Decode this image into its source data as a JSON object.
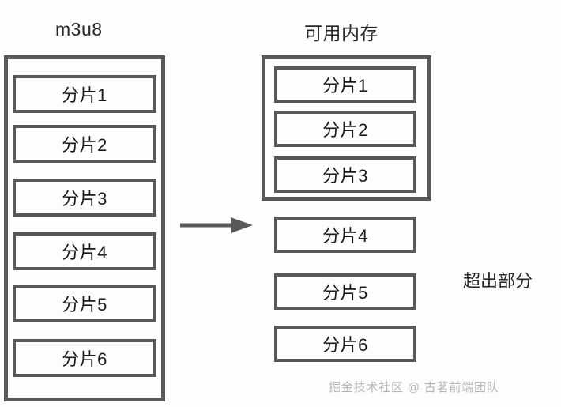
{
  "diagram": {
    "background_color": "#fefefe",
    "stroke_color": "#595959",
    "text_color": "#1a1a1a",
    "left_column": {
      "title": "m3u8",
      "segments": [
        {
          "label": "分片1"
        },
        {
          "label": "分片2"
        },
        {
          "label": "分片3"
        },
        {
          "label": "分片4"
        },
        {
          "label": "分片5"
        },
        {
          "label": "分片6"
        }
      ]
    },
    "arrow": {
      "icon": "arrow-right-icon",
      "direction": "right"
    },
    "right_column": {
      "title": "可用内存",
      "in_memory_segments": [
        {
          "label": "分片1"
        },
        {
          "label": "分片2"
        },
        {
          "label": "分片3"
        }
      ],
      "overflow_segments": [
        {
          "label": "分片4"
        },
        {
          "label": "分片5"
        },
        {
          "label": "分片6"
        }
      ],
      "overflow_note": "超出部分"
    },
    "watermark": "掘金技术社区 @ 古茗前端团队"
  }
}
